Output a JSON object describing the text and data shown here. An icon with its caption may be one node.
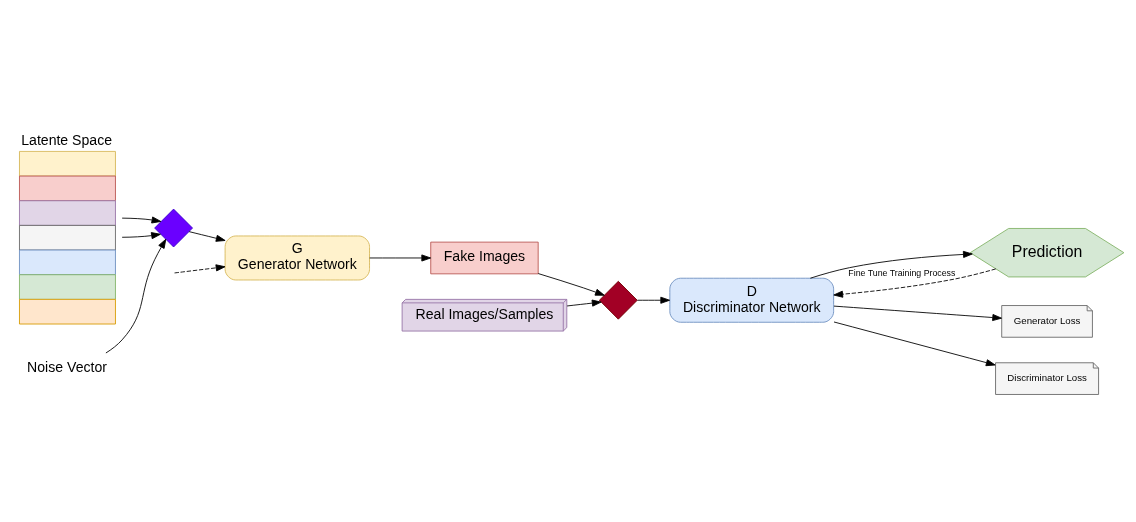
{
  "diagram": {
    "nodes": [
      {
        "text": [
          "Latente Space"
        ]
      },
      {
        "text": [],
        "shape": "diamond"
      },
      {
        "text": [
          "Noise Vector"
        ]
      },
      {
        "text": [
          "G",
          "Generator Network"
        ]
      },
      {
        "text": [
          "Real Images/Samples"
        ]
      },
      {
        "text": [],
        "shape": "diamond"
      },
      {
        "text": [
          "Fake Images"
        ]
      },
      {
        "text": [
          "D",
          "Discriminator Network"
        ]
      },
      {
        "text": [
          "Prediction"
        ]
      },
      {
        "text": [
          "Generator Loss"
        ]
      },
      {
        "text": [
          "Discriminator Loss"
        ]
      }
    ],
    "edges": [
      {
        "from": 0,
        "to": 1,
        "arrow": "to"
      },
      {
        "from": 0,
        "to": 1,
        "arrow": "to"
      },
      {
        "from": 2,
        "to": 1,
        "arrow": "to"
      },
      {
        "from": 1,
        "to": 3,
        "arrow": "to"
      },
      {
        "from": 3,
        "to": 6,
        "arrow": "to"
      },
      {
        "from": 6,
        "to": 5,
        "arrow": "to"
      },
      {
        "from": 4,
        "to": 5,
        "arrow": "to"
      },
      {
        "from": 5,
        "to": 7,
        "arrow": "to"
      },
      {
        "from": 7,
        "to": 8,
        "arrow": "to"
      },
      {
        "from": 7,
        "to": 9,
        "arrow": "to"
      },
      {
        "from": 7,
        "to": 10,
        "arrow": "to"
      },
      {
        "from": null,
        "to": 3,
        "arrow": "to",
        "style": "dashed"
      },
      {
        "from": 8,
        "to": 7,
        "arrow": "to",
        "style": "dashed",
        "label": "Fine Tune Training Process"
      }
    ]
  }
}
